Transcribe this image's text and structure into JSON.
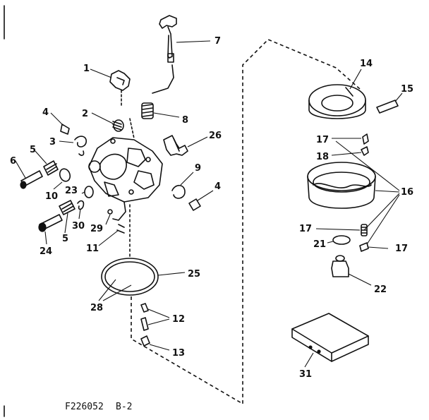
{
  "diagram": {
    "figure_code": "F226052",
    "sheet": "B-2",
    "callouts": {
      "c1": "1",
      "c2": "2",
      "c3": "3",
      "c4a": "4",
      "c4b": "4",
      "c5a": "5",
      "c5b": "5",
      "c6": "6",
      "c7": "7",
      "c8": "8",
      "c9": "9",
      "c10": "10",
      "c11": "11",
      "c12": "12",
      "c13": "13",
      "c14": "14",
      "c15": "15",
      "c16": "16",
      "c17a": "17",
      "c17b": "17",
      "c17c": "17",
      "c18": "18",
      "c21": "21",
      "c22": "22",
      "c23": "23",
      "c24": "24",
      "c25": "25",
      "c26": "26",
      "c28": "28",
      "c29": "29",
      "c30": "30",
      "c31": "31"
    }
  }
}
